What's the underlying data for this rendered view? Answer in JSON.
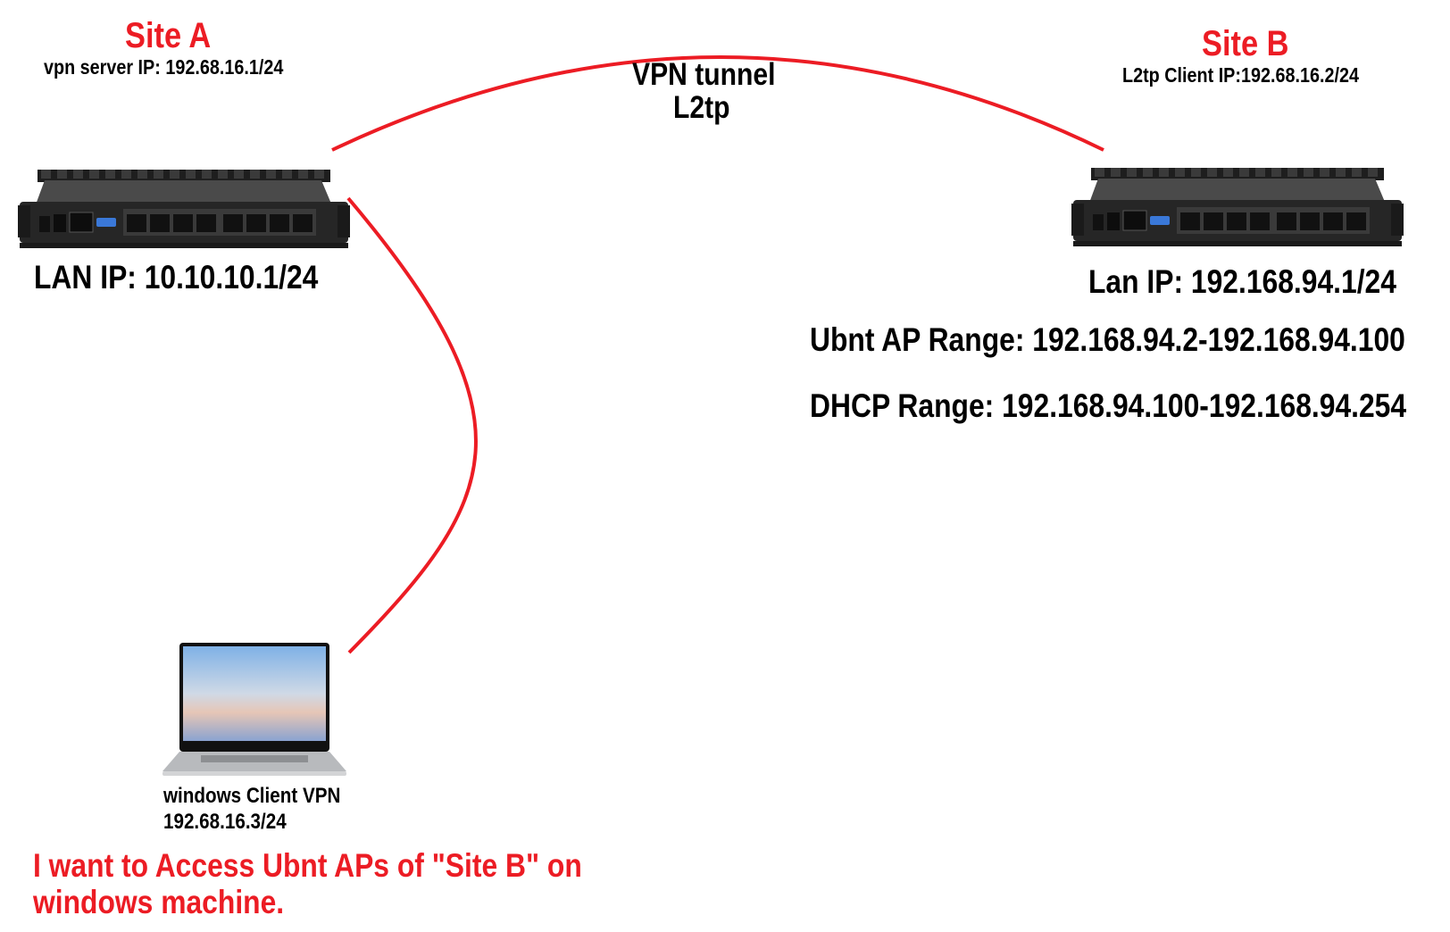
{
  "colors": {
    "accent_red": "#ec1c24",
    "text": "#000000"
  },
  "site_a": {
    "title": "Site A",
    "vpn_server": "vpn server IP: 192.68.16.1/24",
    "lan_ip": "LAN IP: 10.10.10.1/24",
    "device_icon": "router-icon"
  },
  "tunnel": {
    "line1": "VPN  tunnel",
    "line2": "L2tp"
  },
  "site_b": {
    "title": "Site B",
    "client_ip": "L2tp Client IP:192.68.16.2/24",
    "lan_ip": "Lan IP: 192.168.94.1/24",
    "ubnt_range": "Ubnt AP Range: 192.168.94.2-192.168.94.100",
    "dhcp_range": "DHCP Range: 192.168.94.100-192.168.94.254",
    "device_icon": "router-icon"
  },
  "client": {
    "label": "windows Client VPN",
    "ip": "192.68.16.3/24",
    "device_icon": "laptop-icon"
  },
  "note": {
    "line1": "I want to Access Ubnt APs of \"Site B\" on",
    "line2": "windows machine."
  }
}
